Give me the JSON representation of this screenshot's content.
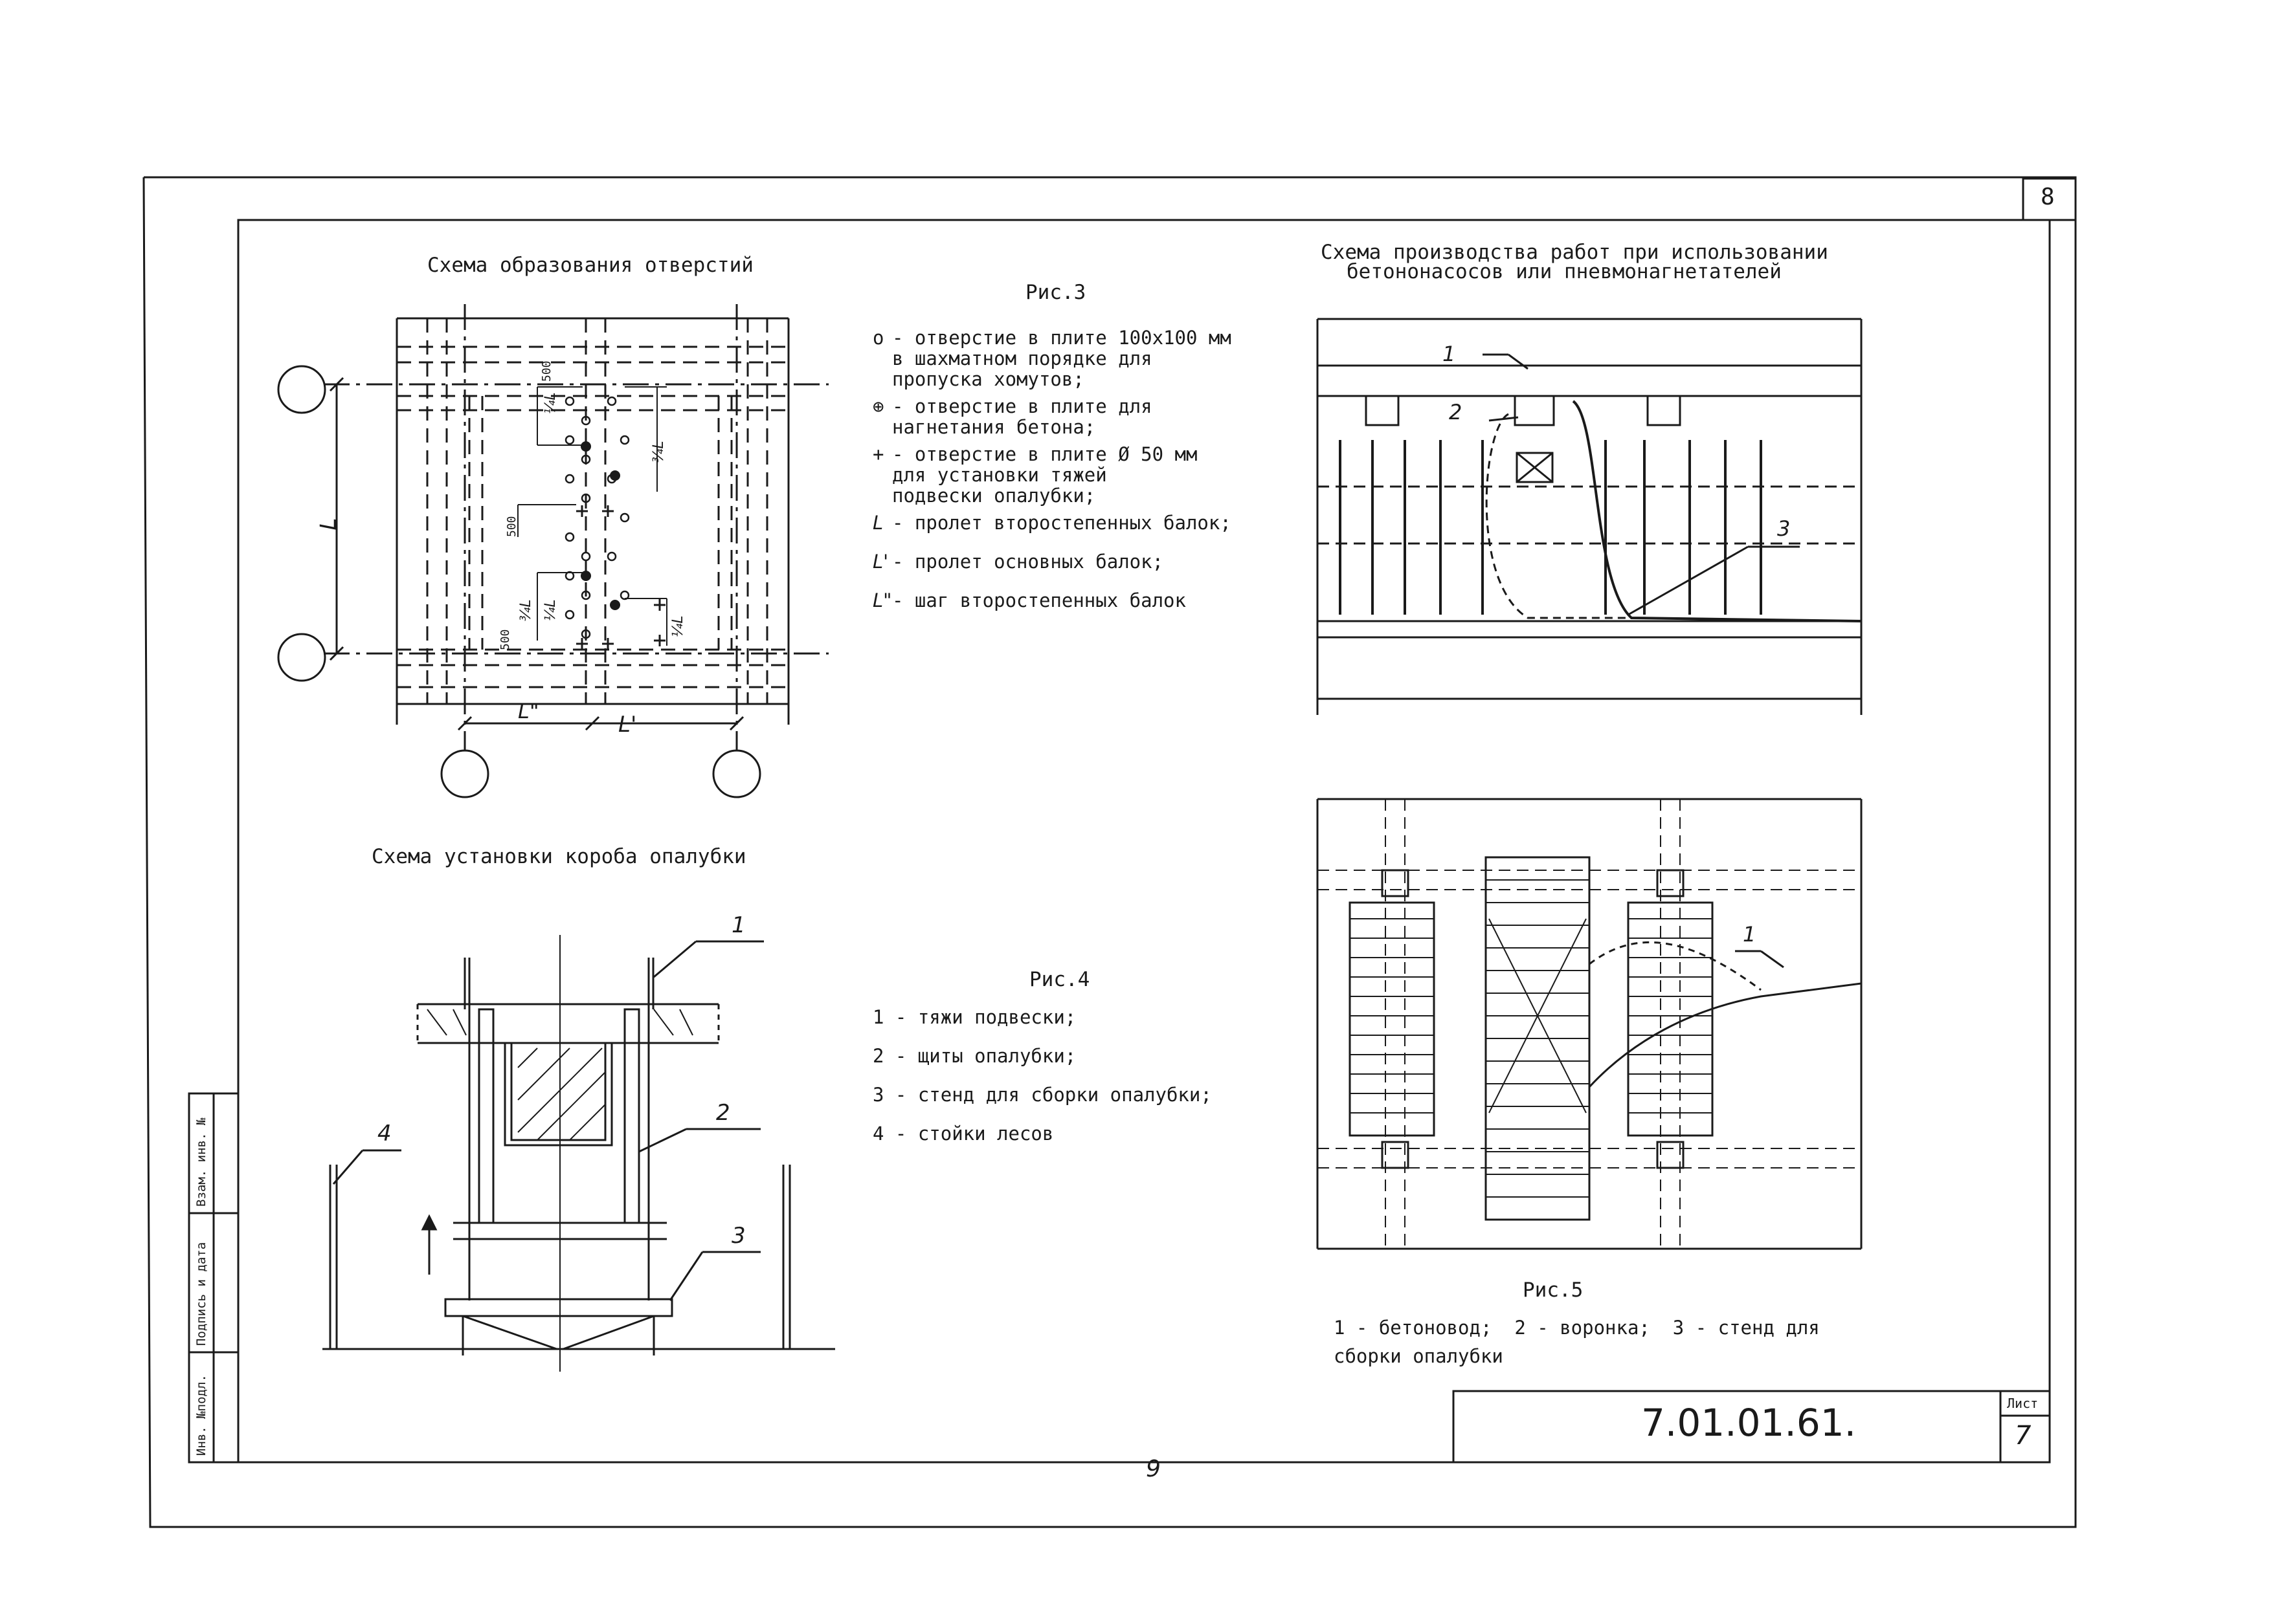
{
  "sheet": {
    "corner_number": "8",
    "page_number_bottom": "9",
    "doc_code": "7.01.01.61.",
    "sheet_label": "Лист",
    "sheet_number": "7"
  },
  "side_stamp": {
    "field1": "Инв. №подл.",
    "field2": "Подпись и дата",
    "field3": "Взам. инв. №"
  },
  "fig3": {
    "title": "Схема образования отверстий",
    "caption": "Рис.3",
    "legend": [
      {
        "symbol": "o",
        "text": "- отверстие в плите 100x100 мм\nв шахматном порядке для\nпропуска хомутов;"
      },
      {
        "symbol": "⊕",
        "text": "- отверстие в плите для\nнагнетания бетона;"
      },
      {
        "symbol": "+",
        "text": "- отверстие в плите Ø 50 мм\nдля установки тяжей\nподвески опалубки;"
      },
      {
        "symbol": "L",
        "text": "- пролет второстепенных балок;"
      },
      {
        "symbol": "L'",
        "text": "- пролет основных балок;"
      },
      {
        "symbol": "L\"",
        "text": "- шаг второстепенных балок"
      }
    ],
    "labels": {
      "L": "L",
      "L1": "L'",
      "L2": "L\"",
      "d500a": "500",
      "d500b": "500",
      "d500c": "500",
      "f1": "¼L",
      "f2": "¾L",
      "f3": "¼L",
      "f4": "¼L",
      "f5": "¾L"
    }
  },
  "fig4": {
    "title": "Схема установки короба опалубки",
    "caption": "Рис.4",
    "legend": [
      "1 - тяжи подвески;",
      "2 - щиты опалубки;",
      "3 - стенд для сборки опалубки;",
      "4 - стойки лесов"
    ],
    "callouts": [
      "1",
      "2",
      "3",
      "4"
    ]
  },
  "fig5": {
    "title_line1": "Схема производства работ при использовании",
    "title_line2": "бетононасосов или пневмонагнетателей",
    "caption": "Рис.5",
    "legend_line1": "1 - бетоновод;  2 - воронка;  3 - стенд для",
    "legend_line2": "сборки опалубки",
    "callouts": [
      "1",
      "2",
      "3",
      "1"
    ]
  }
}
